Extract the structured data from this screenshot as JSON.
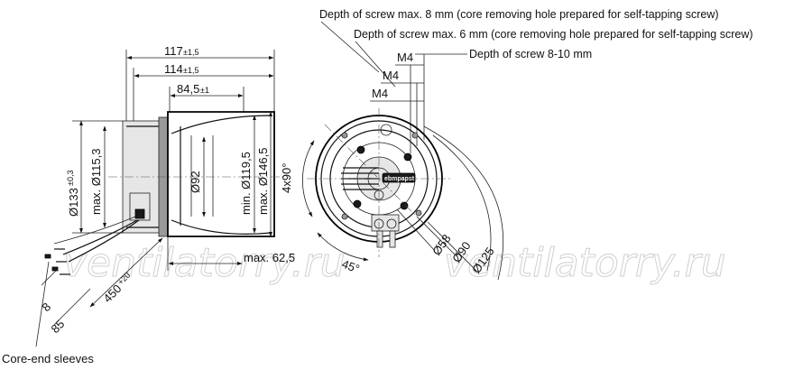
{
  "watermark": "ventilatorry.ru",
  "side_view": {
    "dim_overall": "117",
    "dim_overall_tol": "±1,5",
    "dim_body": "114",
    "dim_body_tol": "±1,5",
    "dim_impeller": "84,5",
    "dim_impeller_tol": "±1",
    "dia_flange": "Ø133",
    "dia_flange_tol": "±0,3",
    "dia_max_body": "max. Ø115,3",
    "dia_hub": "Ø92",
    "dia_min_inlet": "min. Ø119,5",
    "dia_max_inlet": "max. Ø146,5",
    "dim_max_depth": "max. 62,5",
    "cable_length": "450",
    "cable_length_tol": "+20",
    "sleeve_len": "8",
    "strip_len": "85",
    "core_end_label": "Core-end sleeves"
  },
  "front_view": {
    "note_screw_8": "Depth of screw max. 8 mm (core removing hole prepared for self-tapping screw)",
    "note_screw_6": "Depth of screw max. 6 mm (core removing hole prepared for self-tapping screw)",
    "note_screw_8_10": "Depth of screw 8-10 mm",
    "thread_a": "M4",
    "thread_b": "M4",
    "thread_c": "M4",
    "angle_pitch": "4x90°",
    "angle_offset": "45°",
    "bolt_circle_1": "Ø58",
    "bolt_circle_2": "Ø90",
    "bolt_circle_3": "Ø125",
    "brand": "ebmpapst"
  }
}
